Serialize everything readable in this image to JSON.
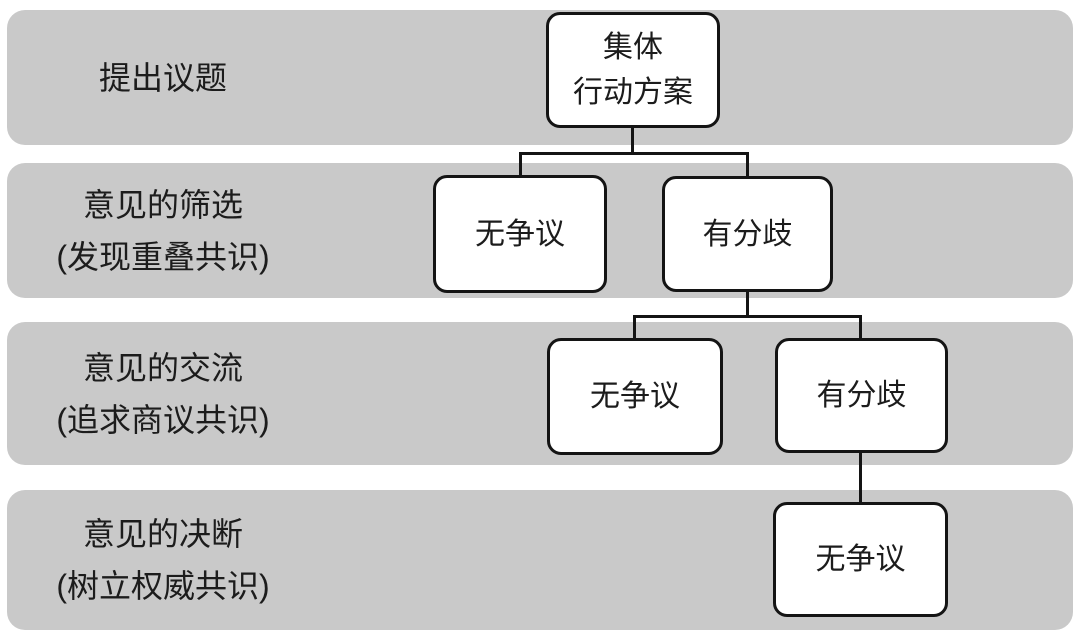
{
  "colors": {
    "band_bg": "#c9c9c9",
    "node_bg": "#ffffff",
    "line": "#141414",
    "page_bg": "#ffffff"
  },
  "stages": [
    {
      "label": "提出议题",
      "sub": ""
    },
    {
      "label": "意见的筛选",
      "sub": "(发现重叠共识)"
    },
    {
      "label": "意见的交流",
      "sub": "(追求商议共识)"
    },
    {
      "label": "意见的决断",
      "sub": "(树立权威共识)"
    }
  ],
  "nodes": {
    "root_line1": "集体",
    "root_line2": "行动方案",
    "stage2_left": "无争议",
    "stage2_right": "有分歧",
    "stage3_left": "无争议",
    "stage3_right": "有分歧",
    "stage4_only": "无争议"
  }
}
